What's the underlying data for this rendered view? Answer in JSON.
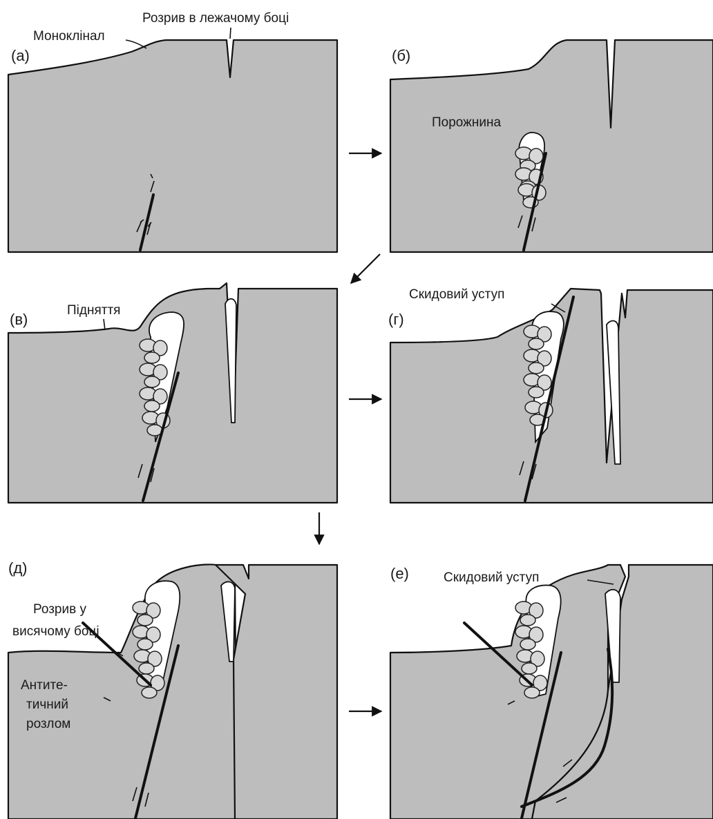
{
  "panels": {
    "a": {
      "tag": "(а)",
      "label_monocline": "Моноклінал",
      "label_footwall_fissure": "Розрив в лежачому боці"
    },
    "b": {
      "tag": "(б)",
      "label_cavity": "Порожнина"
    },
    "c": {
      "tag": "(в)",
      "label_uplift": "Підняття"
    },
    "d": {
      "tag": "(г)",
      "label_scarp": "Скидовий уступ"
    },
    "e": {
      "tag": "(д)",
      "label_hw_line1": "Розрив у",
      "label_hw_line2": "висячому боці",
      "label_anti_line1": "Антите-",
      "label_anti_line2": "тичний",
      "label_anti_line3": "розлом"
    },
    "f": {
      "tag": "(е)",
      "label_scarp": "Скидовий уступ"
    }
  },
  "colors": {
    "rock": "#bdbdbd",
    "ink": "#111111",
    "void": "#ffffff"
  }
}
